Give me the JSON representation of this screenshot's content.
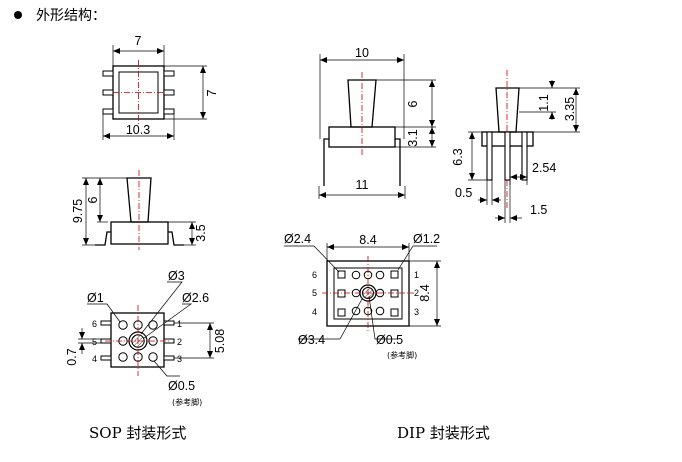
{
  "header": {
    "bullet_icon": "bullet-dot",
    "title": "外形结构："
  },
  "captions": {
    "sop": "SOP 封装形式",
    "dip": "DIP 封装形式"
  },
  "sop_top": {
    "width": "7",
    "height": "7",
    "lead_span": "10.3"
  },
  "sop_side": {
    "total_height": "9.75",
    "port_height": "6",
    "body_height": "3.5"
  },
  "sop_bottom": {
    "d1": "Ø1",
    "d3": "Ø3",
    "d26": "Ø2.6",
    "d05": "Ø0.5",
    "pitch": "0.7",
    "span": "5.08",
    "note": "(参考脚)",
    "pins_left": [
      "6",
      "5",
      "4"
    ],
    "pins_right": [
      "1",
      "2",
      "3"
    ]
  },
  "dip_side": {
    "width": "10",
    "port_height": "6",
    "body_height": "3.1",
    "lead_span": "11"
  },
  "dip_end": {
    "tip": "1.1",
    "top": "3.35",
    "lead_len": "6.3",
    "pitch": "2.54",
    "lead_w": "0.5",
    "row": "1.5"
  },
  "dip_bottom": {
    "d24": "Ø2.4",
    "width": "8.4",
    "d12": "Ø1.2",
    "height": "8.4",
    "d34": "Ø3.4",
    "d05": "Ø0.5",
    "note": "(参考脚)",
    "pins_left": [
      "6",
      "5",
      "4"
    ],
    "pins_right": [
      "1",
      "2",
      "3"
    ]
  }
}
